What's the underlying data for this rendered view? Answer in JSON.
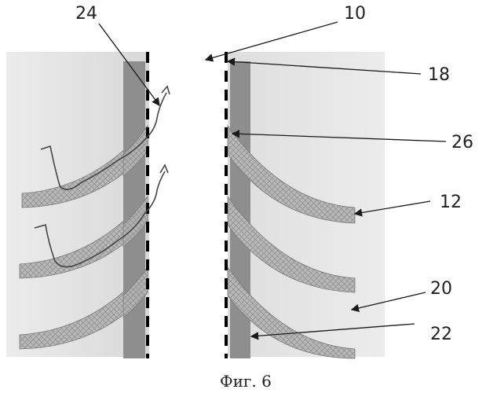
{
  "figure": {
    "caption": "Фиг. 6",
    "labels": {
      "l24": "24",
      "l10": "10",
      "l18": "18",
      "l26": "26",
      "l12": "12",
      "l20": "20",
      "l22": "22"
    }
  },
  "colors": {
    "panel_left": "#dedede",
    "panel_right": "#e6e6e6",
    "strip": "#8e8e8e",
    "blade_base": "#b8b8b8",
    "blade_hatch": "#8a8a8a",
    "ink": "#1a1a1a"
  }
}
